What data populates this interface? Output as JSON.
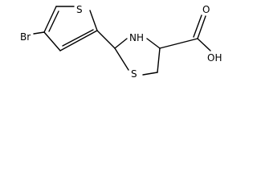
{
  "structure": {
    "atoms": {
      "bromine": "Br",
      "thiophene_sulfur": "S",
      "thiazolidine_nitrogen": "NH",
      "thiazolidine_sulfur": "S",
      "carbonyl_oxygen": "O",
      "hydroxyl": "OH"
    }
  }
}
